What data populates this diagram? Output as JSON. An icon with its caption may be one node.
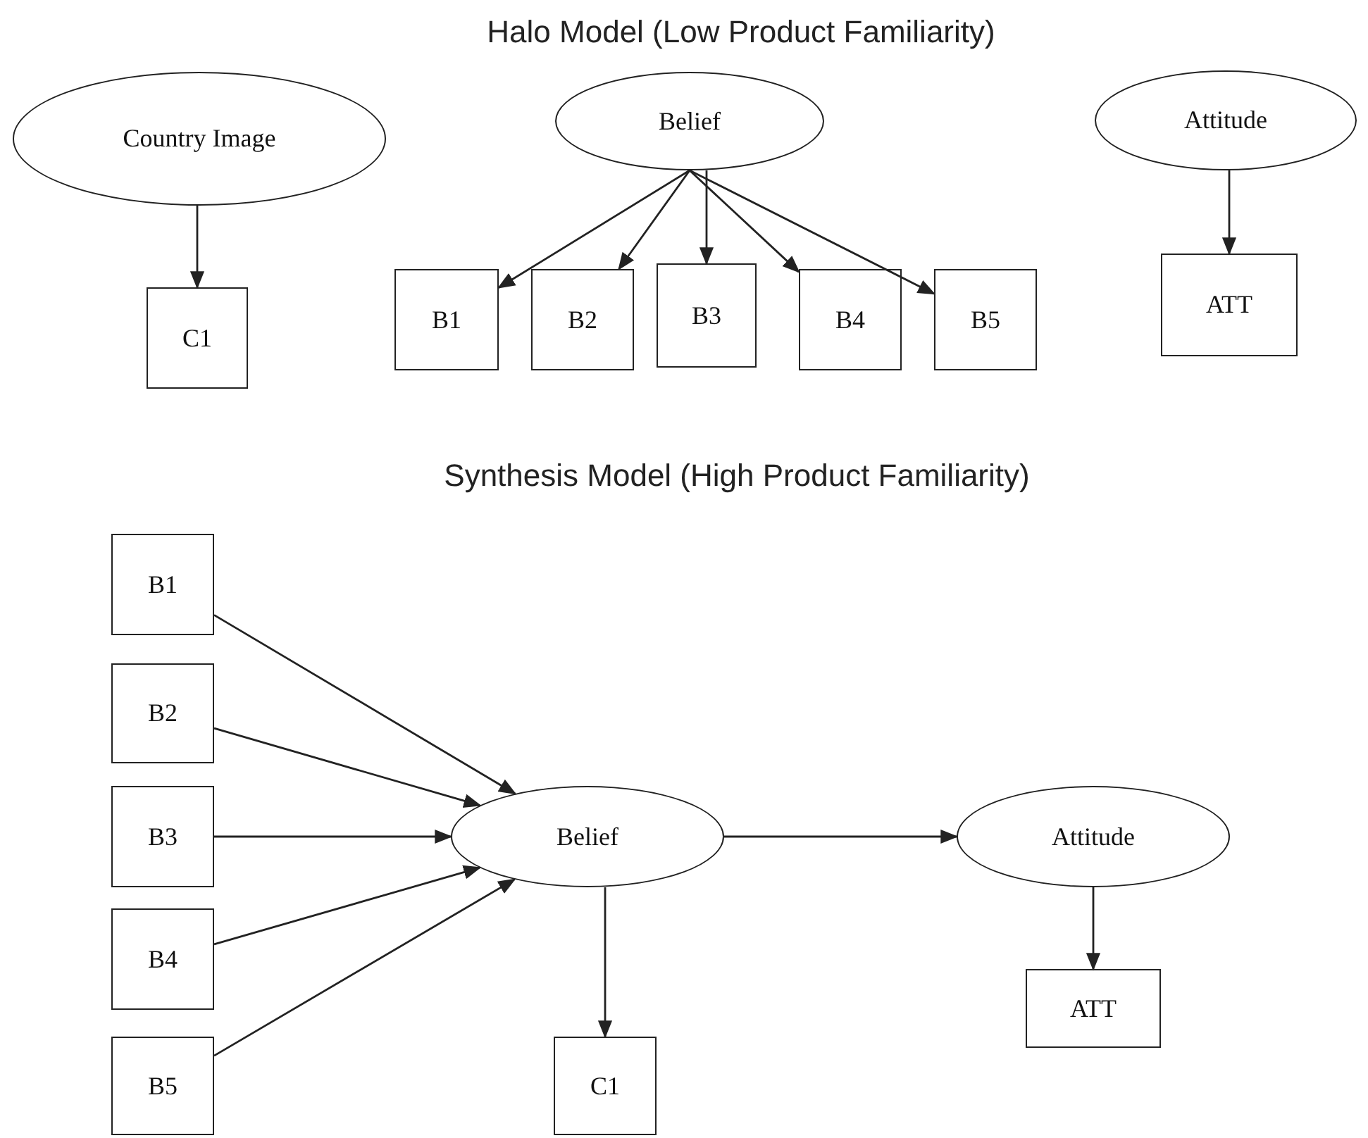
{
  "diagram": {
    "title": "Halo Model (Low Product Familiarity)",
    "nodes": [
      {
        "text": [
          "Country Image"
        ]
      },
      {
        "text": [
          "C1"
        ]
      },
      {
        "text": [
          "Belief"
        ]
      },
      {
        "text": [
          "B1"
        ]
      },
      {
        "text": [
          "B2"
        ]
      },
      {
        "text": [
          "B3"
        ]
      },
      {
        "text": [
          "B4"
        ]
      },
      {
        "text": [
          "B5"
        ]
      },
      {
        "text": [
          "Attitude"
        ]
      },
      {
        "text": [
          "ATT"
        ]
      },
      {
        "text": [
          "B1"
        ]
      },
      {
        "text": [
          "B2"
        ]
      },
      {
        "text": [
          "B3"
        ]
      },
      {
        "text": [
          "B4"
        ]
      },
      {
        "text": [
          "B5"
        ]
      },
      {
        "text": [
          "Belief"
        ]
      },
      {
        "text": [
          "C1"
        ]
      },
      {
        "text": [
          "Attitude"
        ]
      },
      {
        "text": [
          "ATT"
        ]
      }
    ],
    "edges": [
      {
        "from": 0,
        "to": 1,
        "arrow": "to"
      },
      {
        "from": 2,
        "to": 3,
        "arrow": "to"
      },
      {
        "from": 2,
        "to": 4,
        "arrow": "to"
      },
      {
        "from": 2,
        "to": 5,
        "arrow": "to"
      },
      {
        "from": 2,
        "to": 6,
        "arrow": "to"
      },
      {
        "from": 2,
        "to": 7,
        "arrow": "to"
      },
      {
        "from": 8,
        "to": 9,
        "arrow": "to"
      },
      {
        "from": 10,
        "to": 15,
        "arrow": "to"
      },
      {
        "from": 11,
        "to": 15,
        "arrow": "to"
      },
      {
        "from": 12,
        "to": 15,
        "arrow": "to"
      },
      {
        "from": 13,
        "to": 15,
        "arrow": "to"
      },
      {
        "from": 14,
        "to": 15,
        "arrow": "to"
      },
      {
        "from": 15,
        "to": 16,
        "arrow": "to"
      },
      {
        "from": 15,
        "to": 17,
        "arrow": "to"
      },
      {
        "from": 17,
        "to": 18,
        "arrow": "to"
      }
    ],
    "labels": [
      "Synthesis Model (High Product Familiarity)"
    ]
  }
}
